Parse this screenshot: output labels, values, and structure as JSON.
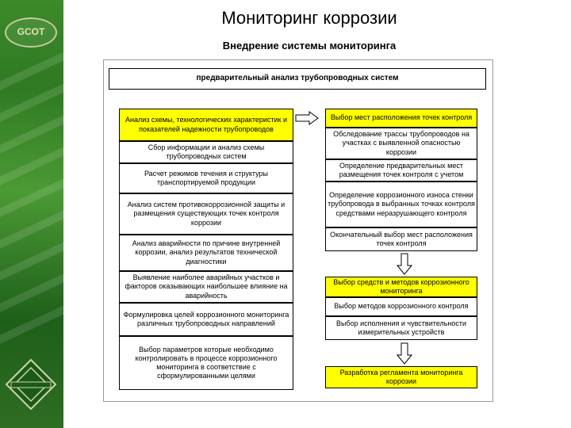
{
  "title": "Мониторинг коррозии",
  "subtitle": "Внедрение системы мониторинга",
  "header_box": "предварительный анализ трубопроводных систем",
  "logo_top": "GCOT",
  "colors": {
    "highlight": "#ffff00",
    "sidebar": "#2f7a22"
  },
  "left_boxes": [
    "Анализ схемы, технологических характеристик и показателей надежности трубопроводов",
    "Сбор информации и анализ схемы трубопроводных систем",
    "Расчет режимов течения и структуры транспортируемой продукции",
    "Анализ систем противокоррозионной защиты и размещения существующих точек контроля коррозии",
    "Анализ аварийности по причине внутренней коррозии, анализ результатов технической диагностики",
    "Выявление наиболее аварийных участков и факторов оказывающих наибольшее влияние на аварийность",
    "Формулировка целей коррозионного мониторинга различных трубопроводных направлений",
    "Выбор параметров которые необходимо контролировать в процессе коррозионного мониторинга в соответствие с сформулированными целями"
  ],
  "right_group1": [
    "Выбор мест расположения точек контроля",
    "Обследование трассы трубопроводов на участках с выявленной опасностью коррозии",
    "Определение предварительных мест размещения точек контроля с учетом",
    "Определение коррозионного износа стенки трубопровода в выбранных точках контроля средствами неразрушающего контроля",
    "Окончательный выбор мест расположения точек контроля"
  ],
  "right_group2": [
    "Выбор средств и методов коррозионного мониторинга",
    "Выбор методов коррозионного контроля",
    "Выбор исполнения и чувствительности измерительных устройств"
  ],
  "right_group3": [
    "Разработка регламента мониторинга коррозии"
  ]
}
